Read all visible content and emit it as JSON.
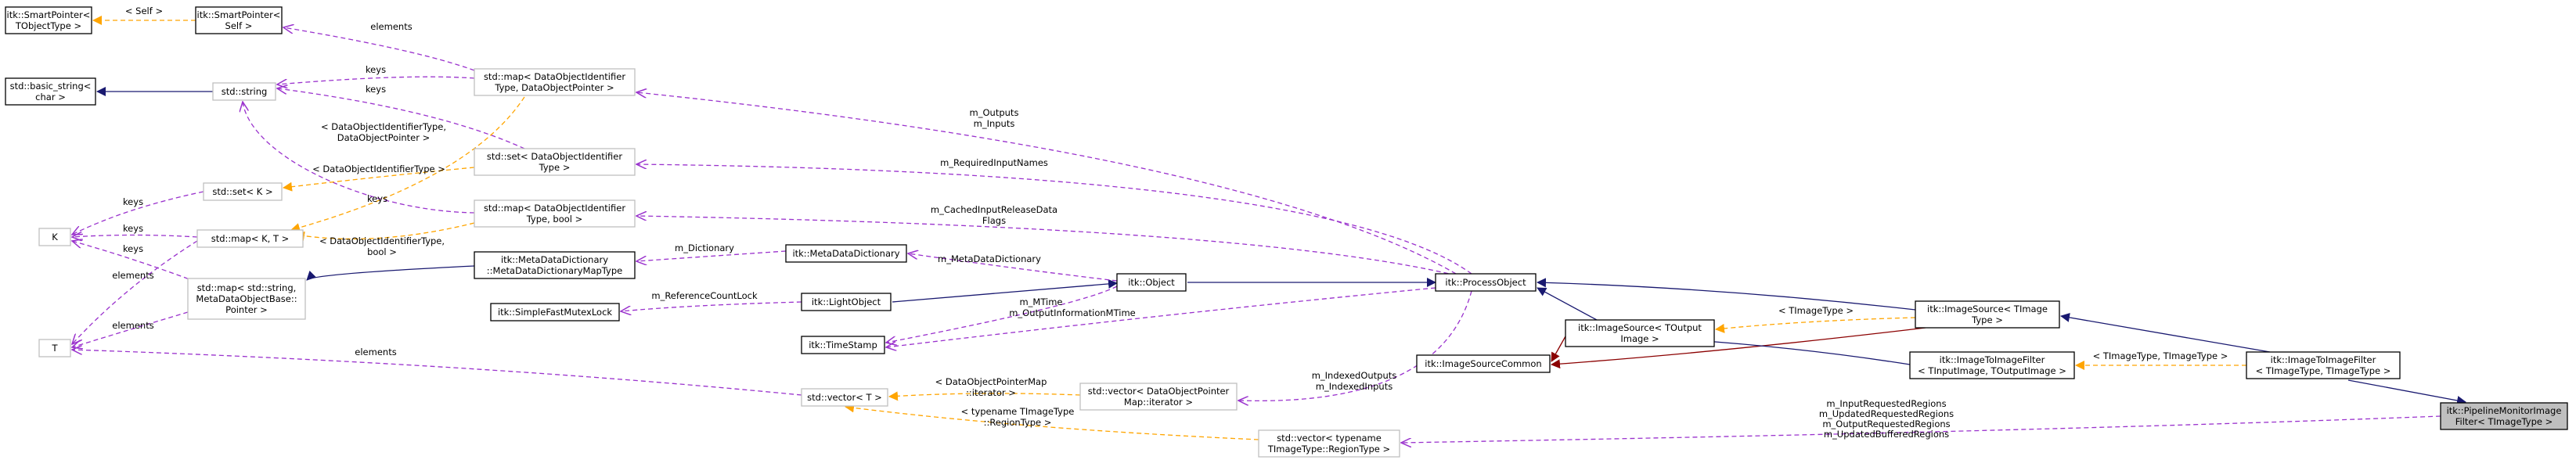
{
  "colors": {
    "inherit": "#191970",
    "private": "#8b0000",
    "usage": "#9a32cd",
    "template": "#ffa500",
    "node_border": "#000000",
    "node_border_undocumented": "#bfbfbf",
    "current_fill": "#bfbfbf"
  },
  "nodes": [
    {
      "id": "sp_tobj",
      "lines": [
        "itk::SmartPointer<",
        "TObjectType >"
      ]
    },
    {
      "id": "sp_self",
      "lines": [
        "itk::SmartPointer<",
        "Self >"
      ]
    },
    {
      "id": "basic_string",
      "lines": [
        "std::basic_string<",
        "char >"
      ]
    },
    {
      "id": "string",
      "lines": [
        "std::string"
      ]
    },
    {
      "id": "map_dop",
      "lines": [
        "std::map< DataObjectIdentifier",
        "Type, DataObjectPointer >"
      ]
    },
    {
      "id": "set_doit",
      "lines": [
        "std::set< DataObjectIdentifier",
        "Type >"
      ]
    },
    {
      "id": "set_k",
      "lines": [
        "std::set< K >"
      ]
    },
    {
      "id": "k",
      "lines": [
        "K"
      ]
    },
    {
      "id": "map_kt",
      "lines": [
        "std::map< K, T >"
      ]
    },
    {
      "id": "map_bool",
      "lines": [
        "std::map< DataObjectIdentifier",
        "Type, bool >"
      ]
    },
    {
      "id": "mdd_maptype",
      "lines": [
        "itk::MetaDataDictionary",
        "::MetaDataDictionaryMapType"
      ]
    },
    {
      "id": "map_str_mdo",
      "lines": [
        "std::map< std::string,",
        "MetaDataObjectBase::",
        "Pointer >"
      ]
    },
    {
      "id": "t",
      "lines": [
        "T"
      ]
    },
    {
      "id": "sfml",
      "lines": [
        "itk::SimpleFastMutexLock"
      ]
    },
    {
      "id": "mdd",
      "lines": [
        "itk::MetaDataDictionary"
      ]
    },
    {
      "id": "light",
      "lines": [
        "itk::LightObject"
      ]
    },
    {
      "id": "timestamp",
      "lines": [
        "itk::TimeStamp"
      ]
    },
    {
      "id": "object",
      "lines": [
        "itk::Object"
      ]
    },
    {
      "id": "vector_t",
      "lines": [
        "std::vector< T >"
      ]
    },
    {
      "id": "vector_dop",
      "lines": [
        "std::vector< DataObjectPointer",
        "Map::iterator >"
      ]
    },
    {
      "id": "vector_region",
      "lines": [
        "std::vector< typename",
        "TImageType::RegionType >"
      ]
    },
    {
      "id": "process",
      "lines": [
        "itk::ProcessObject"
      ]
    },
    {
      "id": "isc",
      "lines": [
        "itk::ImageSourceCommon"
      ]
    },
    {
      "id": "is_tout",
      "lines": [
        "itk::ImageSource< TOutput",
        "Image >"
      ]
    },
    {
      "id": "is_timg",
      "lines": [
        "itk::ImageSource< TImage",
        "Type >"
      ]
    },
    {
      "id": "itif_tin",
      "lines": [
        "itk::ImageToImageFilter",
        "< TInputImage, TOutputImage >"
      ]
    },
    {
      "id": "itif_timg",
      "lines": [
        "itk::ImageToImageFilter",
        "< TImageType, TImageType >"
      ]
    },
    {
      "id": "pmif",
      "lines": [
        "itk::PipelineMonitorImage",
        "Filter< TImageType >"
      ]
    }
  ],
  "edges": [
    {
      "id": "e_self",
      "kind": "template",
      "label": [
        "< Self >"
      ]
    },
    {
      "id": "e_elements_sp",
      "kind": "usage",
      "label": [
        "elements"
      ]
    },
    {
      "id": "e_basic",
      "kind": "inherit",
      "label": []
    },
    {
      "id": "e_keys1",
      "kind": "usage",
      "label": [
        "keys"
      ]
    },
    {
      "id": "e_keys2",
      "kind": "usage",
      "label": [
        "keys"
      ]
    },
    {
      "id": "e_keys3",
      "kind": "usage",
      "label": [
        "keys"
      ]
    },
    {
      "id": "e_tmpl_dop",
      "kind": "template",
      "label": [
        "< DataObjectIdentifierType,",
        "DataObjectPointer >"
      ]
    },
    {
      "id": "e_tmpl_doit",
      "kind": "template",
      "label": [
        "< DataObjectIdentifierType >"
      ]
    },
    {
      "id": "e_tmpl_bool",
      "kind": "template",
      "label": [
        "< DataObjectIdentifierType,",
        "bool >"
      ]
    },
    {
      "id": "e_keys_k1",
      "kind": "usage",
      "label": [
        "keys"
      ]
    },
    {
      "id": "e_keys_k2",
      "kind": "usage",
      "label": [
        "keys"
      ]
    },
    {
      "id": "e_keys_k3",
      "kind": "usage",
      "label": [
        "keys"
      ]
    },
    {
      "id": "e_elements_t1",
      "kind": "usage",
      "label": [
        "elements"
      ]
    },
    {
      "id": "e_elements_t2",
      "kind": "usage",
      "label": [
        "elements"
      ]
    },
    {
      "id": "e_elements_t3",
      "kind": "usage",
      "label": [
        "elements"
      ]
    },
    {
      "id": "e_mdd_inh",
      "kind": "inherit",
      "label": []
    },
    {
      "id": "e_dictionary",
      "kind": "usage",
      "label": [
        "m_Dictionary"
      ]
    },
    {
      "id": "e_refcount",
      "kind": "usage",
      "label": [
        "m_ReferenceCountLock"
      ]
    },
    {
      "id": "e_light_obj",
      "kind": "inherit",
      "label": []
    },
    {
      "id": "e_metadict",
      "kind": "usage",
      "label": [
        "m_MetaDataDictionary"
      ]
    },
    {
      "id": "e_mtime",
      "kind": "usage",
      "label": [
        "m_MTime"
      ]
    },
    {
      "id": "e_obj_proc",
      "kind": "inherit",
      "label": []
    },
    {
      "id": "e_outputs",
      "kind": "usage",
      "label": [
        "m_Outputs",
        "m_Inputs"
      ]
    },
    {
      "id": "e_reqnames",
      "kind": "usage",
      "label": [
        "m_RequiredInputNames"
      ]
    },
    {
      "id": "e_cached",
      "kind": "usage",
      "label": [
        "m_CachedInputReleaseData",
        "Flags"
      ]
    },
    {
      "id": "e_outinfo",
      "kind": "usage",
      "label": [
        "m_OutputInformationMTime"
      ]
    },
    {
      "id": "e_indexed",
      "kind": "usage",
      "label": [
        "m_IndexedOutputs",
        "m_IndexedInputs"
      ]
    },
    {
      "id": "e_tmpl_iter",
      "kind": "template",
      "label": [
        "< DataObjectPointerMap",
        "::iterator >"
      ]
    },
    {
      "id": "e_tmpl_region",
      "kind": "template",
      "label": [
        "< typename TImageType",
        "::RegionType >"
      ]
    },
    {
      "id": "e_proc_is",
      "kind": "inherit",
      "label": []
    },
    {
      "id": "e_proc_istimg",
      "kind": "inherit",
      "label": []
    },
    {
      "id": "e_isc_priv1",
      "kind": "private",
      "label": []
    },
    {
      "id": "e_isc_priv2",
      "kind": "private",
      "label": []
    },
    {
      "id": "e_tmpl_timg",
      "kind": "template",
      "label": [
        "< TImageType >"
      ]
    },
    {
      "id": "e_is_itif",
      "kind": "inherit",
      "label": []
    },
    {
      "id": "e_tmpl_itif",
      "kind": "template",
      "label": [
        "< TImageType, TImageType >"
      ]
    },
    {
      "id": "e_istimg_itif",
      "kind": "inherit",
      "label": []
    },
    {
      "id": "e_itif_pmif",
      "kind": "inherit",
      "label": []
    },
    {
      "id": "e_regions",
      "kind": "usage",
      "label": [
        "m_InputRequestedRegions",
        "m_UpdatedRequestedRegions",
        "m_OutputRequestedRegions",
        "m_UpdatedBufferedRegions"
      ]
    }
  ]
}
